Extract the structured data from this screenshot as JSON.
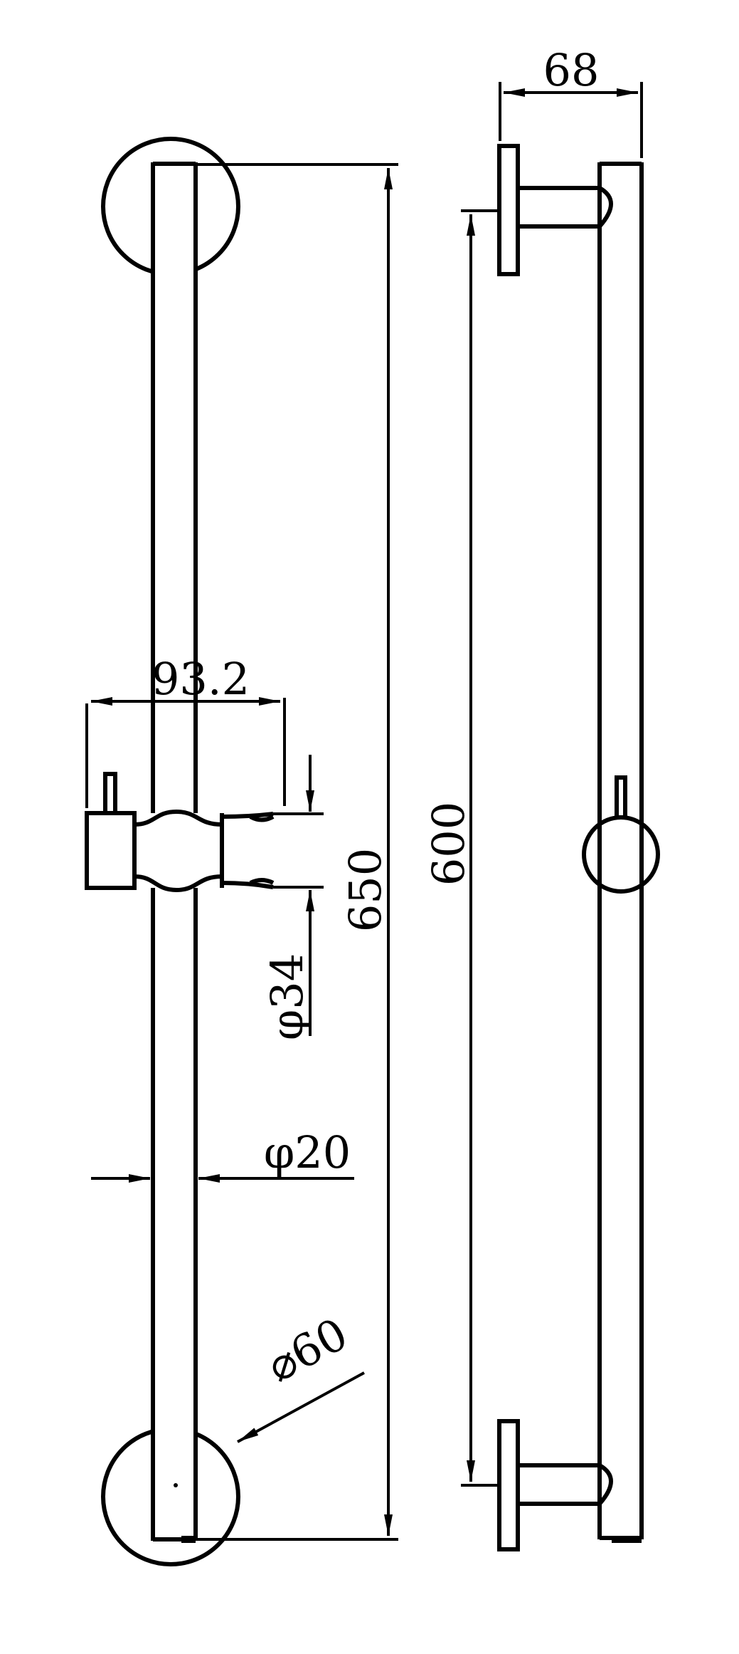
{
  "dimensions": {
    "overall_length": "650",
    "mount_spacing": "600",
    "projection": "68",
    "slider_width": "93.2",
    "slider_diameter": "φ34",
    "rail_diameter": "φ20",
    "flange_diameter": "⌀60"
  },
  "colors": {
    "line": "#000000",
    "background": "#ffffff"
  }
}
